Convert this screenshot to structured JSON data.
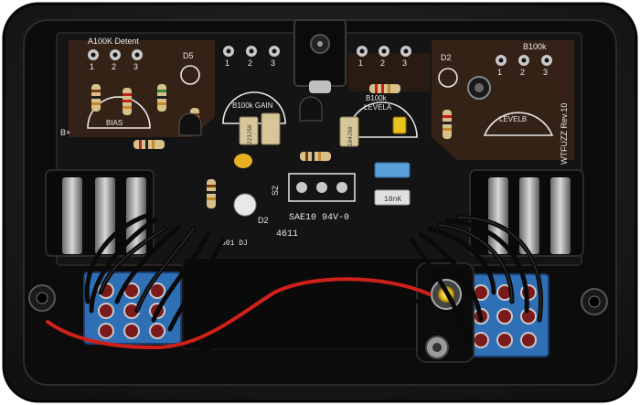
{
  "pcb": {
    "pot_left_name": "A100K Detent",
    "pot_left_pin1": "1",
    "pot_left_pin2": "2",
    "pot_left_pin3": "3",
    "pot_center_pin1": "1",
    "pot_center_pin2": "2",
    "pot_center_pin3": "3",
    "pot_levela_pin1": "1",
    "pot_levela_pin2": "2",
    "pot_levela_pin3": "3",
    "pot_right_name": "B100k",
    "pot_right_pin1": "1",
    "pot_right_pin2": "2",
    "pot_right_pin3": "3",
    "bias_label": "BIAS",
    "gain_label": "B100k GAIN",
    "levela_value": "B100k",
    "levela_label": "LEVELA",
    "levelb_label": "LEVELB",
    "d5_label": "D5",
    "d2_label": "D2",
    "d2_lower_label": "D2",
    "bplus_label": "B+",
    "s2_label": "S2",
    "board_name": "WTFUZZ Rev.10",
    "laminate_code": "SAE10 94V-0",
    "date_code": "4611",
    "cap_marking": "18nK",
    "lower_fragment": "501 DJ",
    "ic_marking_left": "223J50",
    "ic_marking_right": "104J50"
  },
  "colors": {
    "enclosure": "#1b1b1b",
    "pcb": "#141414",
    "pcb_copper": "#3a2418",
    "silkscreen": "#e8e8e8",
    "wire_black": "#0a0a0a",
    "wire_red": "#d0201a",
    "switch_blue": "#2f6fb6",
    "jack_socket": "#e8c21c"
  }
}
